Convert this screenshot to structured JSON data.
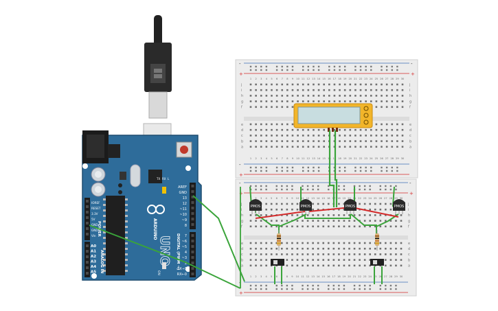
{
  "arduino": {
    "brand": "ARDUINO",
    "model": "UNO",
    "power_header_labels": [
      "IOREF",
      "RESET",
      "3.3V",
      "5V",
      "GND",
      "GND",
      "Vin"
    ],
    "power_label": "POWER",
    "analog_labels": [
      "A0",
      "A1",
      "A2",
      "A3",
      "A4",
      "A5"
    ],
    "analog_label": "ANALOG IN",
    "digital_top_labels": [
      "AREF",
      "GND",
      "13",
      "12",
      "~11",
      "~10",
      "~9",
      "8"
    ],
    "digital_bottom_labels": [
      "7",
      "~6",
      "~5",
      "4",
      "~3",
      "2",
      "TX→1",
      "RX←0"
    ],
    "digital_label": "DIGITAL (PWM ~)",
    "led_labels": [
      "TX",
      "RX",
      "L"
    ],
    "on_label": "ON"
  },
  "breadboard_top": {
    "row_labels_top": [
      "j",
      "i",
      "h",
      "g",
      "f"
    ],
    "row_labels_bottom": [
      "e",
      "d",
      "c",
      "b",
      "a"
    ],
    "column_numbers": [
      "1",
      "2",
      "3",
      "4",
      "5",
      "6",
      "7",
      "8",
      "9",
      "10",
      "11",
      "12",
      "13",
      "14",
      "15",
      "16",
      "17",
      "18",
      "19",
      "20",
      "21",
      "22",
      "23",
      "24",
      "25",
      "26",
      "27",
      "28",
      "29",
      "30"
    ],
    "rail_minus": "-",
    "rail_plus": "+"
  },
  "breadboard_bottom": {
    "row_labels_top": [
      "j",
      "i",
      "h",
      "g",
      "f"
    ],
    "row_labels_bottom": [
      "e",
      "d",
      "c",
      "b",
      "a"
    ],
    "column_numbers": [
      "1",
      "2",
      "3",
      "4",
      "5",
      "6",
      "7",
      "8",
      "9",
      "10",
      "11",
      "12",
      "13",
      "14",
      "15",
      "16",
      "17",
      "18",
      "19",
      "20",
      "21",
      "22",
      "23",
      "24",
      "25",
      "26",
      "27",
      "28",
      "29",
      "30"
    ],
    "rail_minus": "-",
    "rail_plus": "+"
  },
  "components": {
    "transistor_label": "PMOS",
    "transistor_count": 4,
    "resistor_count": 2,
    "switch_count": 2
  },
  "colors": {
    "board_blue": "#2e6c9a",
    "breadboard": "#ececec",
    "wire_green": "#3aa43a",
    "wire_red": "#d42a2a",
    "lcd_frame": "#f2b52a",
    "lcd_screen": "#c8dde0"
  }
}
